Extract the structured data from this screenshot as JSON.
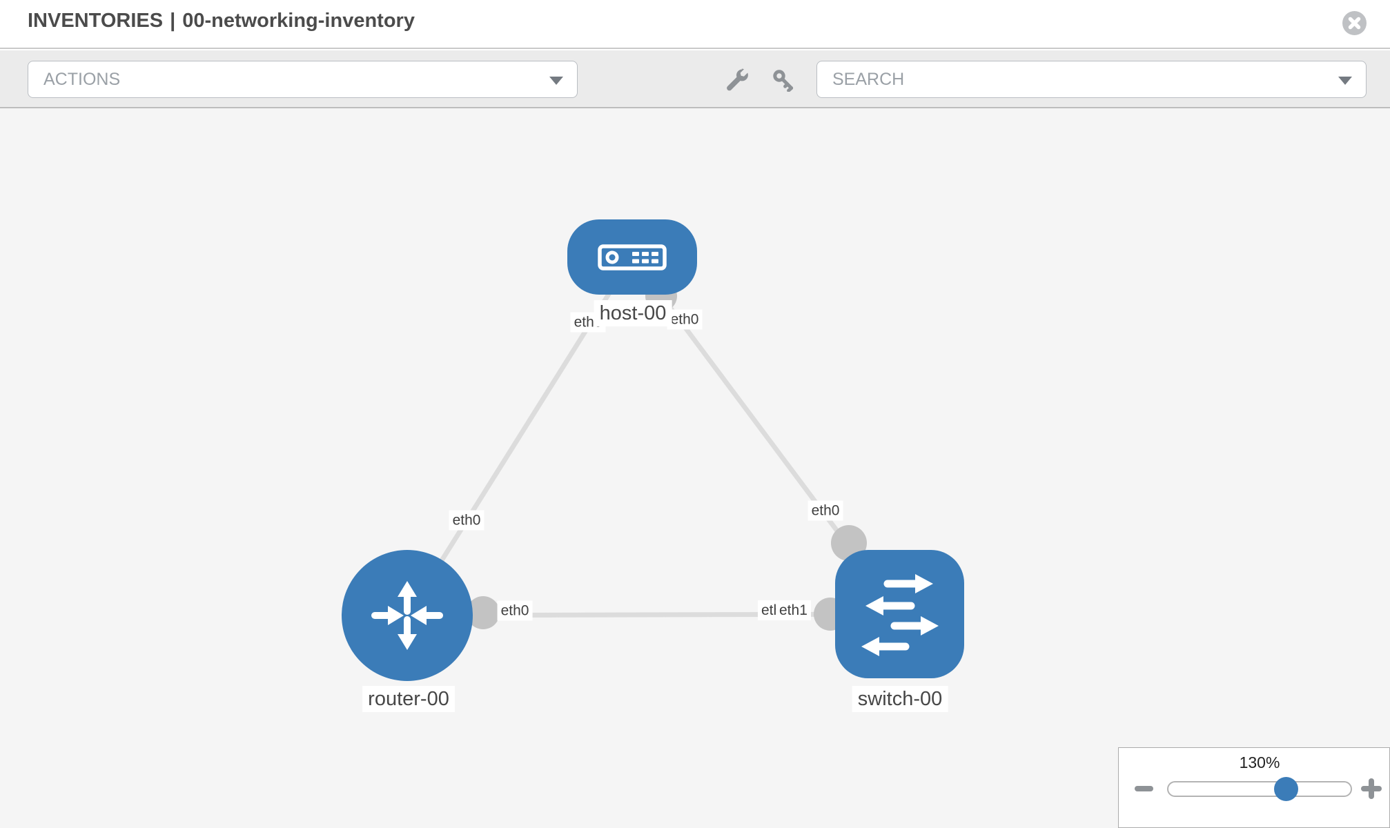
{
  "header": {
    "title_section": "INVENTORIES",
    "title_separator": "|",
    "title_name": "00-networking-inventory"
  },
  "toolbar": {
    "actions_label": "ACTIONS",
    "search_label": "SEARCH",
    "icons": [
      "wrench-icon",
      "key-icon"
    ]
  },
  "canvas": {
    "nodes": [
      {
        "id": "host-00",
        "type": "host",
        "label": "host-00",
        "icon": "host-icon"
      },
      {
        "id": "router-00",
        "type": "router",
        "label": "router-00",
        "icon": "router-icon"
      },
      {
        "id": "switch-00",
        "type": "switch",
        "label": "switch-00",
        "icon": "switch-icon"
      }
    ],
    "links": [
      {
        "from": "router-00",
        "from_interface": "eth0",
        "to": "host-00",
        "to_interface": "eth0"
      },
      {
        "from": "host-00",
        "from_interface": "eth0",
        "to": "switch-00",
        "to_interface": "eth0"
      },
      {
        "from": "router-00",
        "from_interface": "eth0",
        "to": "switch-00",
        "to_interface": "eth1",
        "to_interface_overlapped": "eth0"
      }
    ]
  },
  "zoom": {
    "level": "130%",
    "zoom_out_icon": "minus-icon",
    "zoom_in_icon": "plus-icon"
  },
  "colors": {
    "node_blue": "#3b7cb8",
    "link_gray": "#dcdcdc",
    "connector_gray": "#c3c3c3",
    "canvas_bg": "#f5f5f5"
  }
}
